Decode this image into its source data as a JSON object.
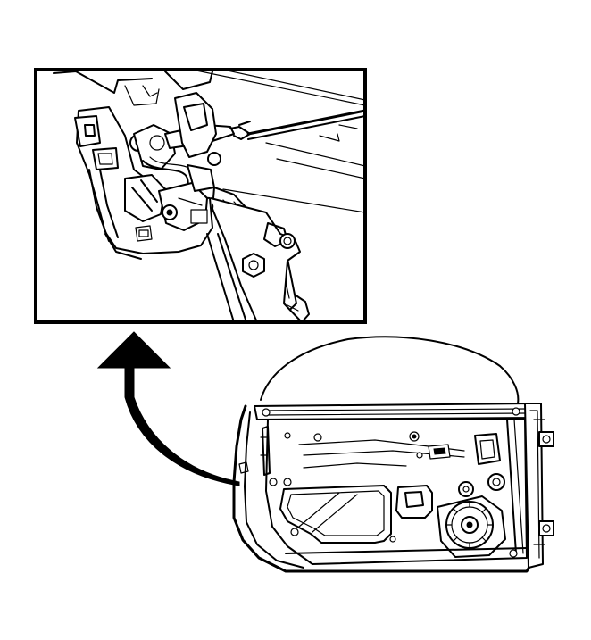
{
  "diagram": {
    "inset_view": "door-latch-detail",
    "main_view": "front-door-inner-panel",
    "callout_arrow": "curved-arrow-to-inset",
    "colors": {
      "line": "#000000",
      "background": "#ffffff"
    }
  }
}
